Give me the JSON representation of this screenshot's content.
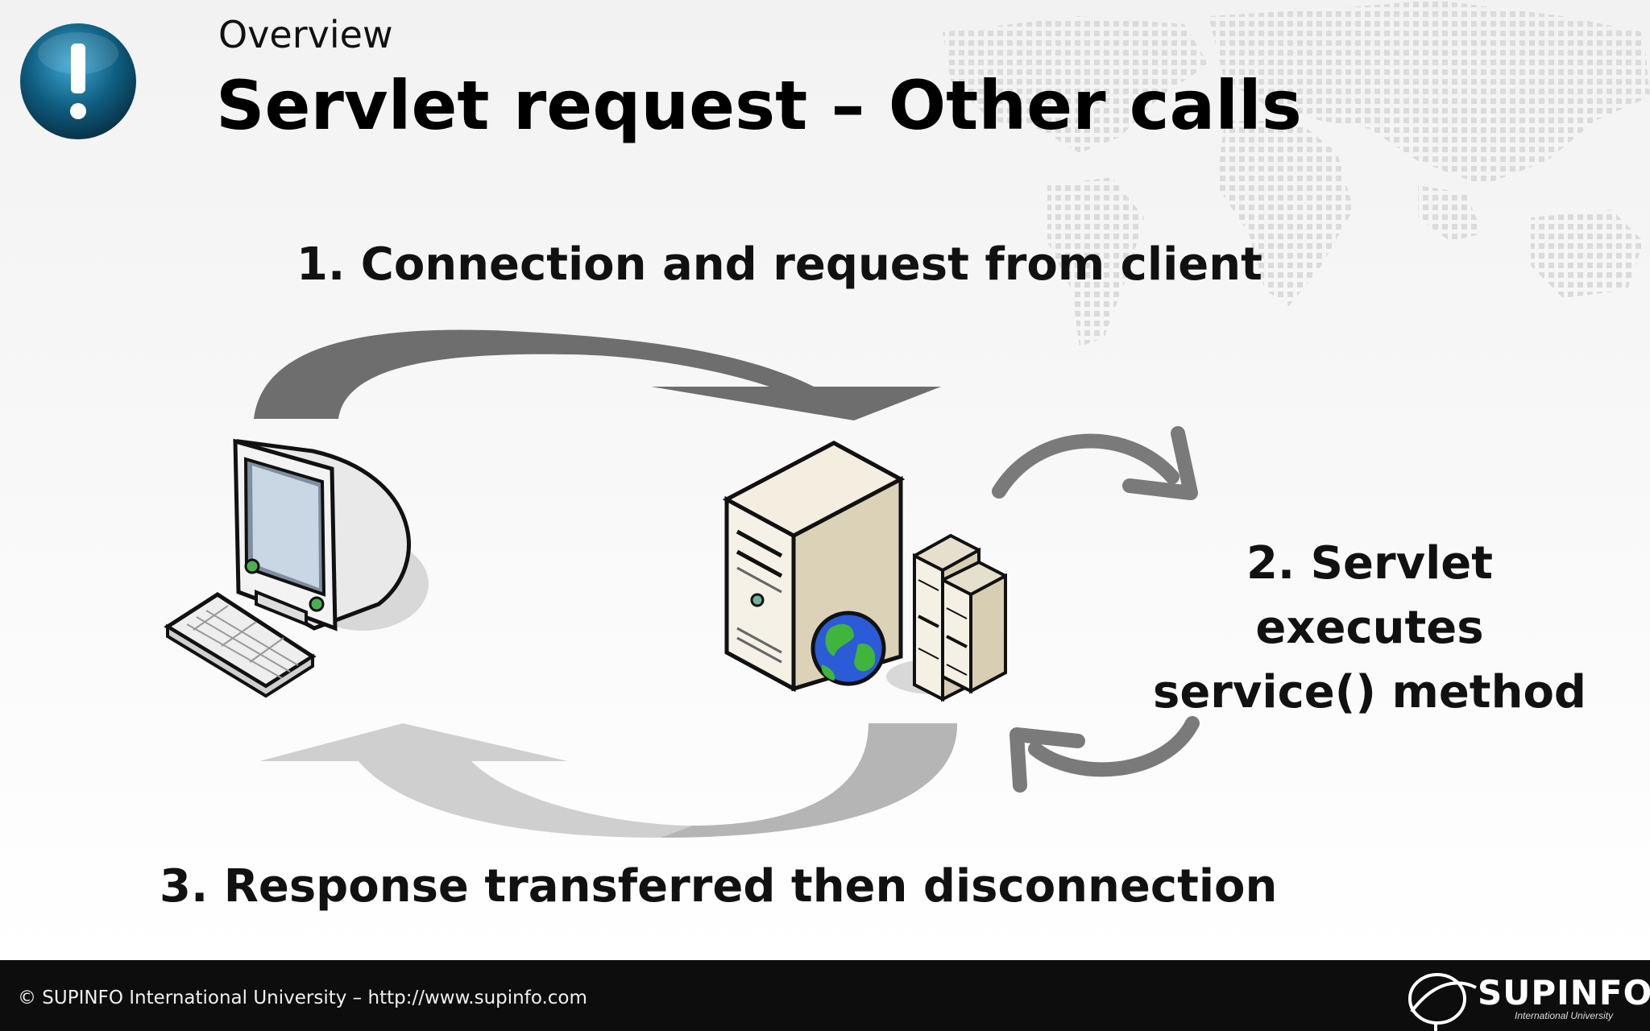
{
  "header": {
    "section_label": "Overview",
    "title": "Servlet request – Other calls"
  },
  "steps": {
    "step1": "1. Connection and request from client",
    "step2_line1": "2. Servlet executes",
    "step2_line2": "service() method",
    "step3": "3. Response transferred then disconnection"
  },
  "footer": {
    "copyright": "© SUPINFO International University – http://www.supinfo.com",
    "brand": "SUPINFO",
    "brand_sub": "International University"
  },
  "icons": {
    "badge": "exclamation-icon",
    "client": "computer-icon",
    "server": "server-icon",
    "globe": "globe-icon",
    "map": "world-map-icon"
  },
  "colors": {
    "arrow_dark": "#6e6e6e",
    "arrow_light": "#cfcfcf",
    "badge_blue": "#0f5d80",
    "footer_bg": "#0d0d0d"
  }
}
